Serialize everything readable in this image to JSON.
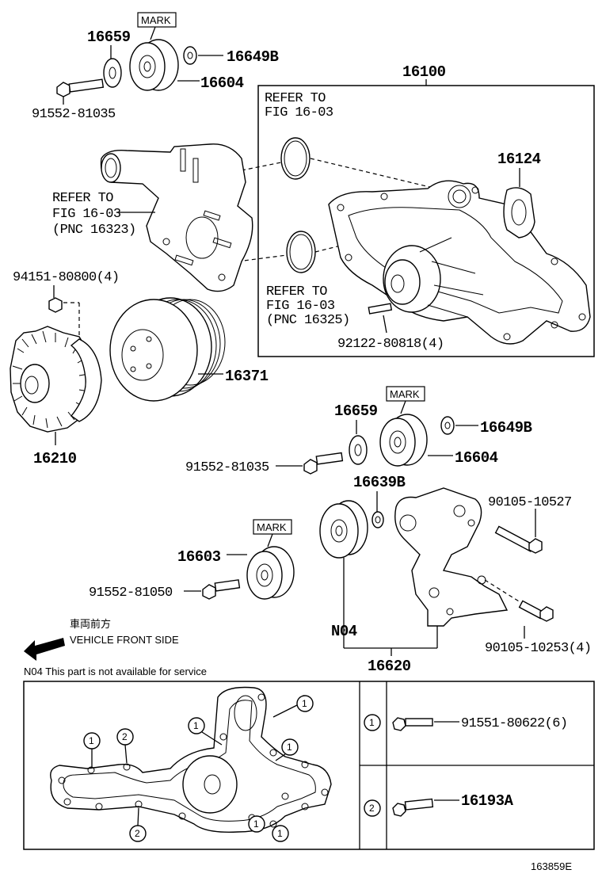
{
  "labels": {
    "p16659_top": "16659",
    "mark_top": "MARK",
    "p16649B_top": "16649B",
    "p16604_top": "16604",
    "p91552_81035_top": "91552-81035",
    "p16100": "16100",
    "refer_top_1": "REFER TO",
    "refer_top_2": "FIG 16-03",
    "p16124": "16124",
    "refer_left_1": "REFER TO",
    "refer_left_2": "FIG 16-03",
    "refer_left_3": "(PNC 16323)",
    "refer_mid_1": "REFER TO",
    "refer_mid_2": "FIG 16-03",
    "refer_mid_3": "(PNC 16325)",
    "p94151": "94151-80800(4)",
    "p92122": "92122-80818(4)",
    "p16371": "16371",
    "p16210": "16210",
    "p16659_mid": "16659",
    "mark_mid": "MARK",
    "p16649B_mid": "16649B",
    "p91552_81035_mid": "91552-81035",
    "p16604_mid": "16604",
    "p16639B": "16639B",
    "p90105_10527": "90105-10527",
    "mark_low": "MARK",
    "p16603": "16603",
    "p91552_81050": "91552-81050",
    "vehicle_front_jp": "車両前方",
    "vehicle_front_en": "VEHICLE FRONT SIDE",
    "n04": "N04",
    "p90105_10253": "90105-10253(4)",
    "p16620": "16620",
    "n04_note": "N04  This part is not available for service",
    "p91551": "91551-80622(6)",
    "p16193A": "16193A",
    "fig_code": "163859E",
    "circle_1": "1",
    "circle_2": "2"
  },
  "icons": {
    "front_arrow": "left-arrow-icon"
  }
}
